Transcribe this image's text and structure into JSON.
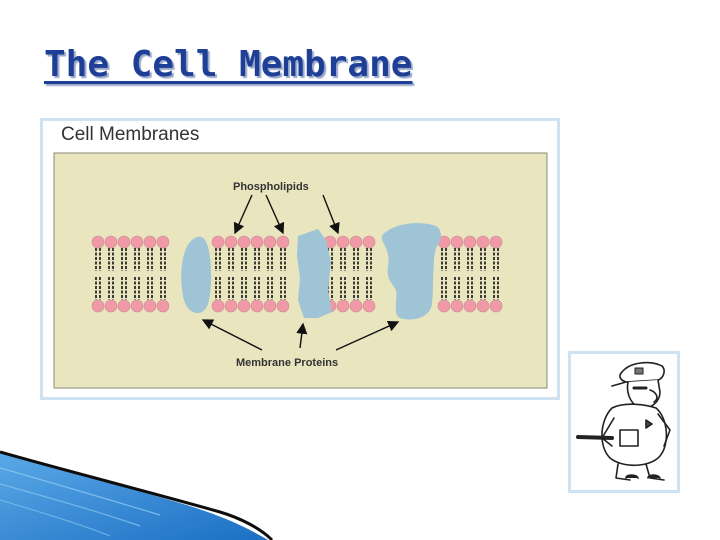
{
  "slide": {
    "title": "The Cell Membrane"
  },
  "figure": {
    "heading": "Cell Membranes",
    "labels": {
      "top": "Phospholipids",
      "bottom": "Membrane Proteins"
    },
    "colors": {
      "panel_background": "#e9e6bf",
      "lipid_head": "#ef9aa6",
      "protein": "#9fc4d5",
      "frame_border": "#cfe2f2"
    }
  },
  "decoration": {
    "cartoon": "police-officer-cartoon",
    "corner": "blue-wave-corner"
  }
}
